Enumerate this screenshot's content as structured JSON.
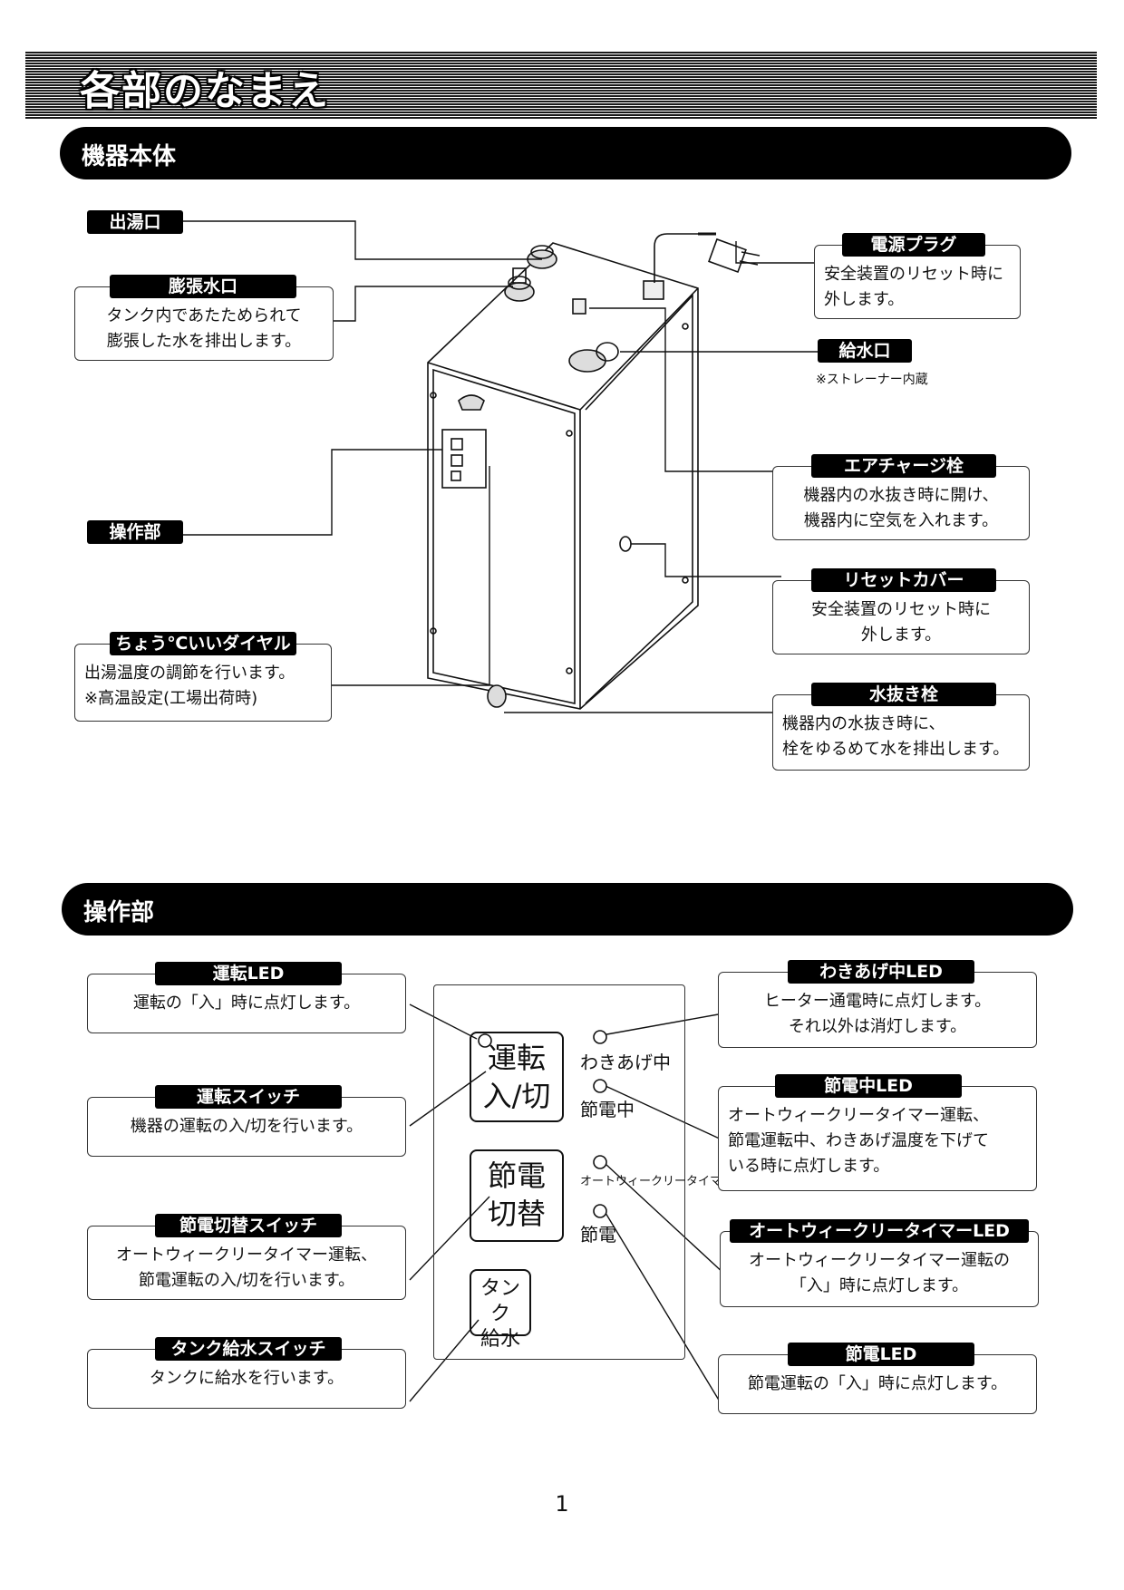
{
  "page_title": "各部のなまえ",
  "section1": {
    "title": "機器本体",
    "callouts": {
      "outlet": {
        "label": "出湯口"
      },
      "expansion": {
        "label": "膨張水口",
        "lines": [
          "タンク内であたためられて",
          "膨張した水を排出します。"
        ]
      },
      "power_plug": {
        "label": "電源プラグ",
        "lines": [
          "安全装置のリセット時に",
          "外します。"
        ]
      },
      "inlet": {
        "label": "給水口",
        "note": "※ストレーナー内蔵"
      },
      "air_valve": {
        "label": "エアチャージ栓",
        "lines": [
          "機器内の水抜き時に開け、",
          "機器内に空気を入れます。"
        ]
      },
      "control": {
        "label": "操作部"
      },
      "reset_cover": {
        "label": "リセットカバー",
        "lines": [
          "安全装置のリセット時に",
          "外します。"
        ]
      },
      "dial": {
        "label": "ちょう℃いいダイヤル",
        "lines": [
          "出湯温度の調節を行います。",
          "※高温設定(工場出荷時)"
        ]
      },
      "drain": {
        "label": "水抜き栓",
        "lines": [
          "機器内の水抜き時に、",
          "栓をゆるめて水を排出します。"
        ]
      }
    }
  },
  "section2": {
    "title": "操作部",
    "callouts": {
      "run_led": {
        "label": "運転LED",
        "lines": [
          "運転の「入」時に点灯します。"
        ]
      },
      "run_switch": {
        "label": "運転スイッチ",
        "lines": [
          "機器の運転の入/切を行います。"
        ]
      },
      "eco_switch": {
        "label": "節電切替スイッチ",
        "lines": [
          "オートウィークリータイマー運転、",
          "節電運転の入/切を行います。"
        ]
      },
      "tank_switch": {
        "label": "タンク給水スイッチ",
        "lines": [
          "タンクに給水を行います。"
        ]
      },
      "boil_led": {
        "label": "わきあげ中LED",
        "lines": [
          "ヒーター通電時に点灯します。",
          "それ以外は消灯します。"
        ]
      },
      "eco_on_led": {
        "label": "節電中LED",
        "lines": [
          "オートウィークリータイマー運転、",
          "節電運転中、わきあげ温度を下げて",
          "いる時に点灯します。"
        ]
      },
      "timer_led": {
        "label": "オートウィークリータイマーLED",
        "lines": [
          "オートウィークリータイマー運転の",
          "「入」時に点灯します。"
        ]
      },
      "eco_led": {
        "label": "節電LED",
        "lines": [
          "節電運転の「入」時に点灯します。"
        ]
      }
    },
    "panel": {
      "run_button": [
        "運転",
        "入/切"
      ],
      "eco_button": [
        "節電",
        "切替"
      ],
      "tank_button": [
        "タンク",
        "給水"
      ],
      "led_labels": {
        "boiling": "わきあげ中",
        "eco_on": "節電中",
        "timer": "オートウィークリータイマー",
        "eco": "節電"
      }
    }
  },
  "page_number": "1"
}
